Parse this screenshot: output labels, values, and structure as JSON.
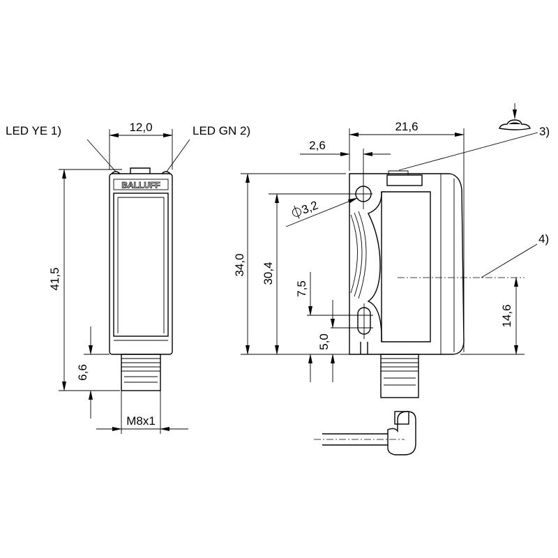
{
  "callouts": {
    "led_ye": "LED YE 1)",
    "led_gn": "LED GN 2)",
    "note3": "3)",
    "note4": "4)"
  },
  "brand": "BALLUFF",
  "dimensions": {
    "width_front": "12,0",
    "height_front": "41,5",
    "connector_length": "6,6",
    "thread": "M8x1",
    "width_side": "21,6",
    "hole_offset": "2,6",
    "hole_diameter": "3,2",
    "height_side": "34,0",
    "hole_height": "30,4",
    "slot_spacing": "7,5",
    "slot_height": "5,0",
    "optical_axis": "14,6"
  }
}
